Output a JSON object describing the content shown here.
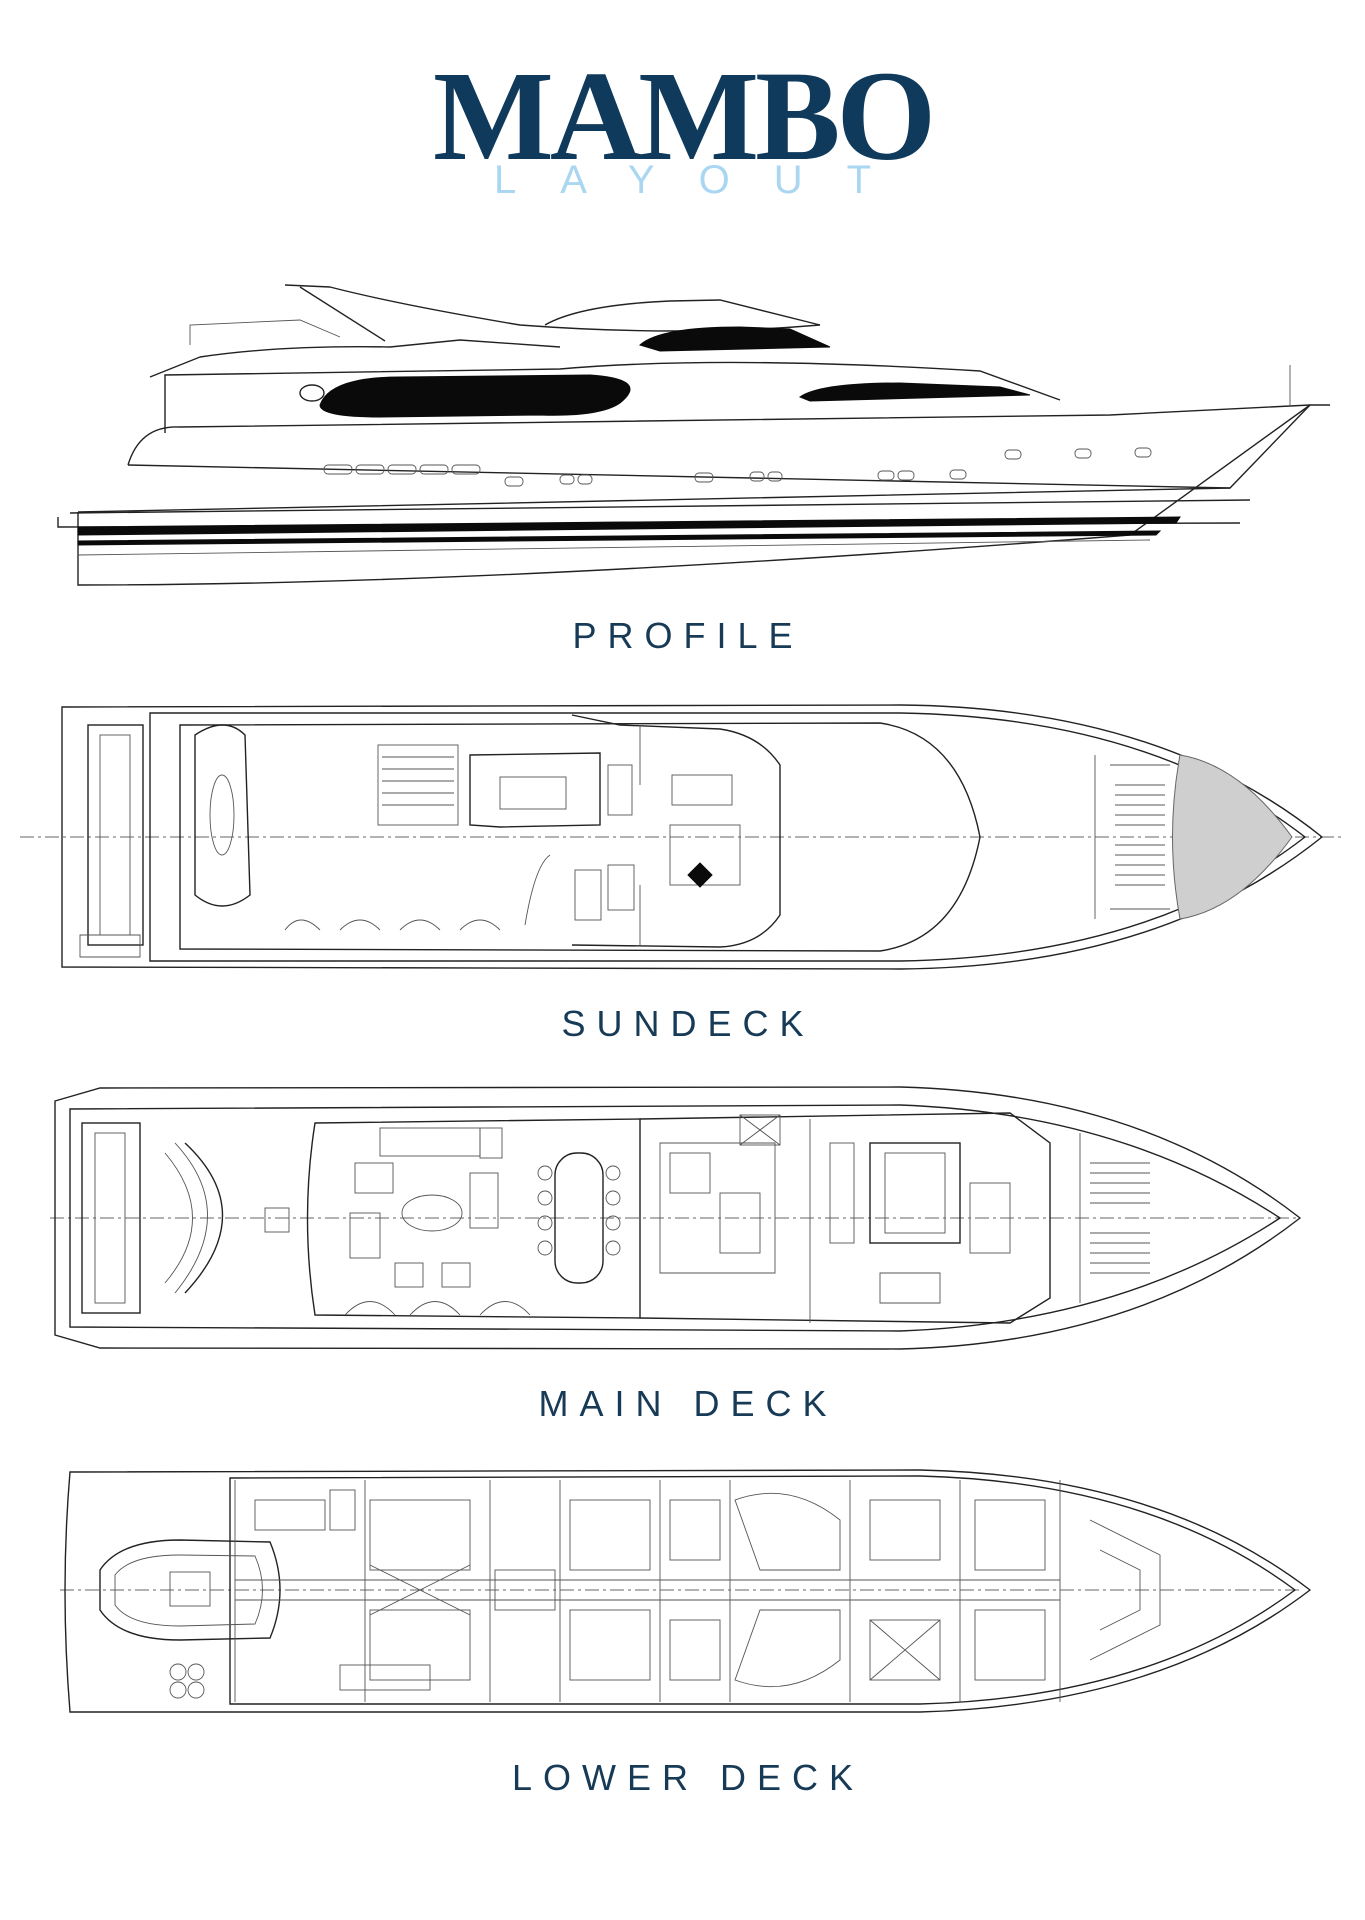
{
  "header": {
    "title": "MAMBO",
    "subtitle": "LAYOUT"
  },
  "colors": {
    "title": "#0f3a5c",
    "subtitle": "#a9d6f0",
    "caption": "#173a56",
    "line": "#222222"
  },
  "sections": [
    {
      "id": "profile",
      "label": "PROFILE"
    },
    {
      "id": "sundeck",
      "label": "SUNDECK"
    },
    {
      "id": "main_deck",
      "label": "MAIN DECK"
    },
    {
      "id": "lower_deck",
      "label": "LOWER DECK"
    }
  ]
}
